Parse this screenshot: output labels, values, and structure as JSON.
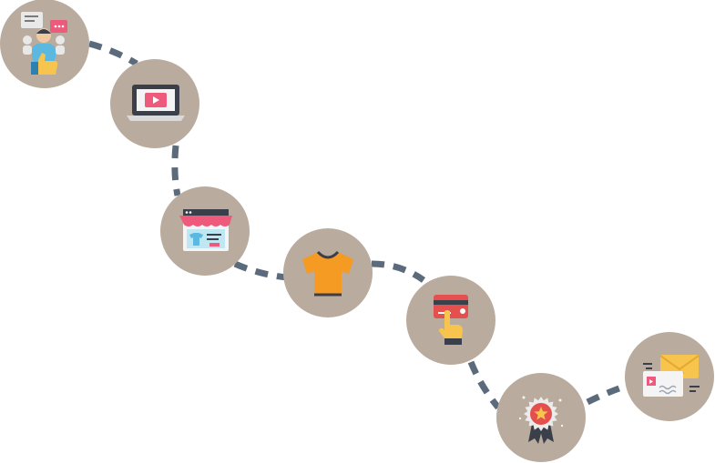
{
  "colors": {
    "background": "#ffffff",
    "node_fill": "#b9ab9d",
    "connector": "#5b6b7b",
    "accent_pink": "#ee5a7b",
    "accent_orange": "#f59a22",
    "accent_yellow": "#f7c44d",
    "accent_red": "#e4504e",
    "accent_blue": "#5bb8e0",
    "dark": "#3b3f4a",
    "light": "#f2f2f2"
  },
  "nodes": [
    {
      "id": "social-audience",
      "icon": "people-thumbs-up-icon"
    },
    {
      "id": "video-ad",
      "icon": "laptop-video-icon"
    },
    {
      "id": "online-store",
      "icon": "shop-window-icon"
    },
    {
      "id": "product",
      "icon": "tshirt-icon"
    },
    {
      "id": "payment",
      "icon": "card-tap-icon"
    },
    {
      "id": "reward",
      "icon": "award-badge-icon"
    },
    {
      "id": "email-follow-up",
      "icon": "envelope-message-icon"
    }
  ]
}
